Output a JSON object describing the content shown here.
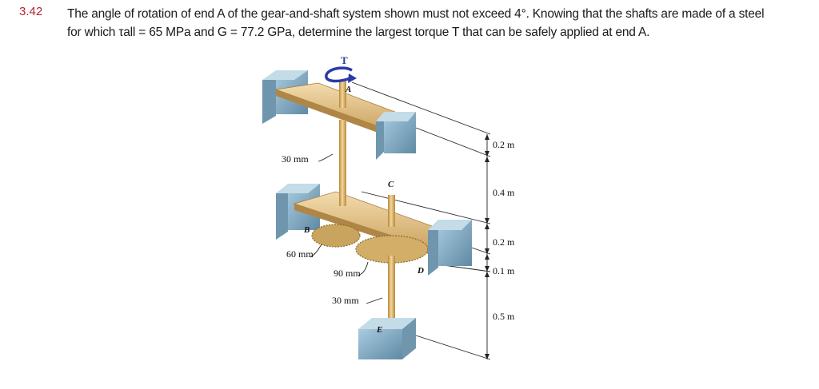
{
  "problem": {
    "number": "3.42",
    "line1": "The angle of rotation of end A of the gear-and-shaft system shown must not exceed 4°. Knowing that the shafts are made of a steel",
    "line2": "for which τall = 65 MPa and G = 77.2 GPa, determine the largest torque T that can be safely applied at end A."
  },
  "figure": {
    "torque_label": "T",
    "points": {
      "A": "A",
      "B": "B",
      "C": "C",
      "D": "D",
      "E": "E"
    },
    "diameters": {
      "shaft_upper": "30 mm",
      "gear_B": "60 mm",
      "gear_D": "90 mm",
      "shaft_lower": "30 mm"
    },
    "lengths": {
      "seg1": "0.2 m",
      "seg2": "0.4 m",
      "seg3": "0.2 m",
      "seg4": "0.1 m",
      "seg5": "0.5 m"
    }
  },
  "colors": {
    "problem_number": "#b0262e",
    "shaft": "#d9b368",
    "support_block": "#8fb6cc",
    "gear": "#c9a45e",
    "torque_arrow": "#2a3aa8"
  }
}
